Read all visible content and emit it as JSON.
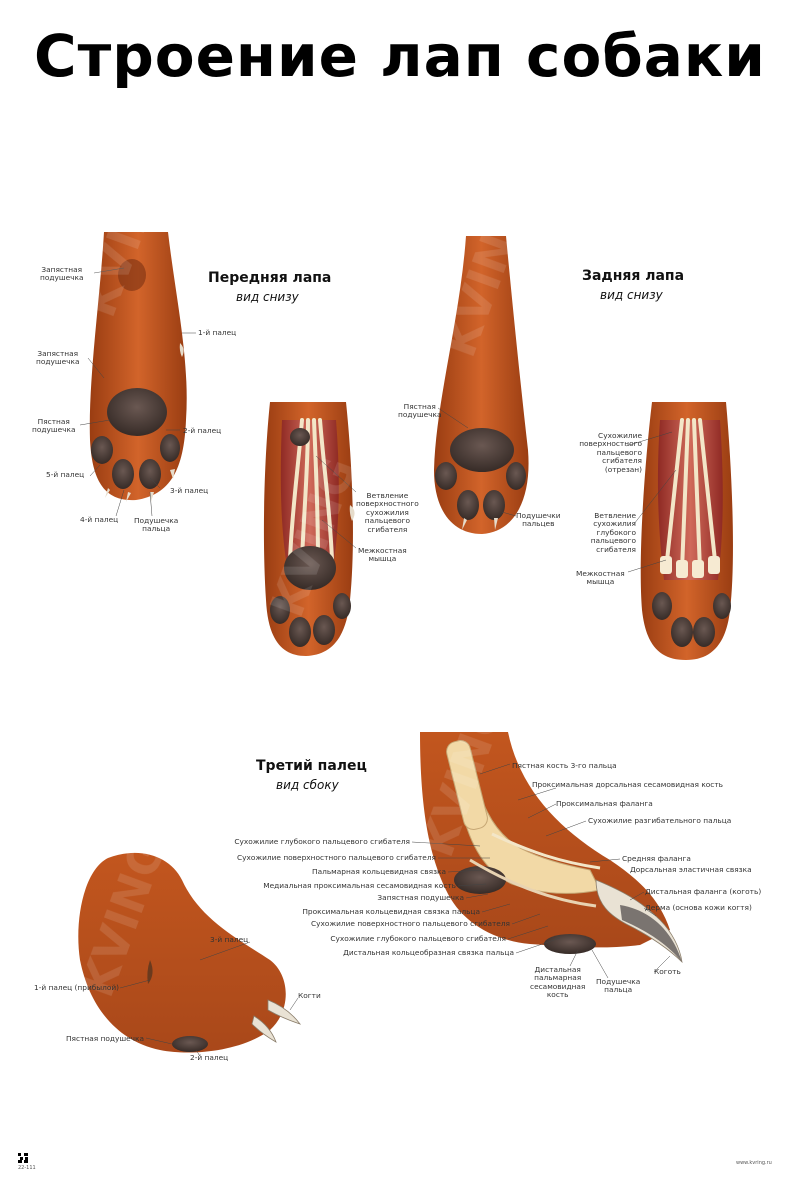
{
  "title": "Строение лап собаки",
  "colors": {
    "fur": "#c85a1e",
    "fur_dark": "#8f3a12",
    "pad": "#4a3a34",
    "muscle": "#b8433a",
    "tendon": "#f3e6c8",
    "bone": "#f2d9a6",
    "claw": "#e9e2d4"
  },
  "front_paw": {
    "heading": "Передняя лапа",
    "subheading": "вид снизу",
    "labels": {
      "carpal_pad_1": "Запястная\nподушечка",
      "toe_1": "1-й палец",
      "carpal_pad_2": "Запястная\nподушечка",
      "metacarpal_pad": "Пястная\nподушечка",
      "toe_2": "2-й палец",
      "toe_5": "5-й палец",
      "toe_3": "3-й палец",
      "toe_4": "4-й палец",
      "digital_pad": "Подушечка\nпальца",
      "superficial_branch": "Ветвление\nповерхностного\nсухожилия\nпальцевого\nсгибателя",
      "interosseous": "Межкостная\nмышца"
    }
  },
  "hind_paw": {
    "heading": "Задняя лапа",
    "subheading": "вид снизу",
    "labels": {
      "metatarsal_pad": "Пястная\nподушечка",
      "digital_pads": "Подушечки\nпальцев",
      "superficial_tendon_cut": "Сухожилие\nповерхностного\nпальцевого\nсгибателя\n(отрезан)",
      "deep_branch": "Ветвление\nсухожилия\nглубокого\nпальцевого\nсгибателя",
      "interosseous": "Межкостная\nмышца"
    }
  },
  "third_toe": {
    "heading": "Третий палец",
    "subheading": "вид сбоку",
    "labels_right": [
      "Пястная кость 3-го пальца",
      "Проксимальная дорсальная сесамовидная кость",
      "Проксимальная фаланга",
      "Сухожилие разгибательного пальца",
      "Средняя фаланга",
      "Дорсальная эластичная связка",
      "Дистальная фаланга (коготь)",
      "Дерма (основа кожи когтя)",
      "Коготь"
    ],
    "labels_left": [
      "Сухожилие глубокого пальцевого сгибателя",
      "Сухожилие поверхностного пальцевого сгибателя",
      "Пальмарная кольцевидная связка",
      "Медиальная проксимальная сесамовидная кость",
      "Запястная подушечка",
      "Проксимальная кольцевидная связка пальца",
      "Сухожилие поверхностного пальцевого сгибателя",
      "Сухожилие глубокого пальцевого сгибателя",
      "Дистальная кольцеобразная связка пальца"
    ],
    "bottom_labels": {
      "distal_sesamoid": "Дистальная\nпальмарная\nсесамовидная\nкость",
      "digital_pad": "Подушечка\nпальца"
    }
  },
  "side_paw": {
    "labels": {
      "toe_3": "3-й палец",
      "toe_1": "1-й палец (прибылой)",
      "claws": "Когти",
      "metacarpal_pad": "Пястная подушечка",
      "toe_2": "2-й палец"
    }
  },
  "footer": {
    "code": "22-111",
    "site": "www.kvring.ru"
  }
}
